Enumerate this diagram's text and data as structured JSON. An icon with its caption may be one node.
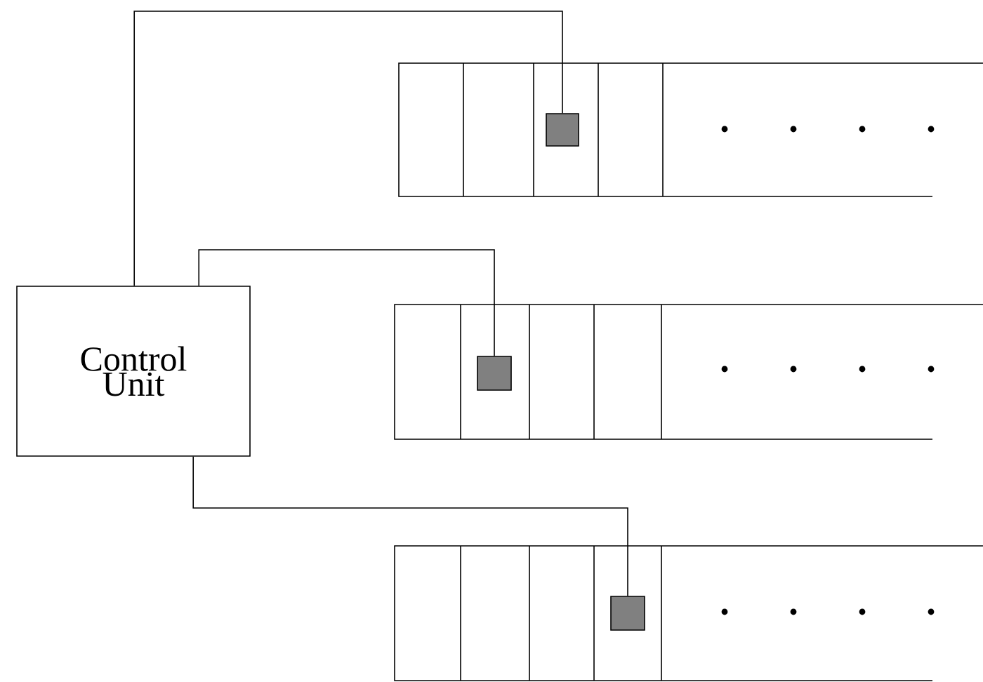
{
  "diagram": {
    "nodes": [
      {
        "text": [
          "Control Unit"
        ]
      },
      {
        "text": [],
        "shape": "box"
      },
      {
        "text": [],
        "shape": "box"
      },
      {
        "text": [],
        "shape": "box"
      }
    ],
    "edges": [
      {
        "from": 0,
        "to": 1,
        "arrow": "none"
      },
      {
        "from": 0,
        "to": 2,
        "arrow": "none"
      },
      {
        "from": 0,
        "to": 3,
        "arrow": "none"
      }
    ]
  }
}
